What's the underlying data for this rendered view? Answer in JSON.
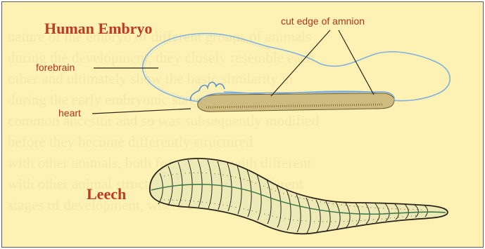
{
  "figure": {
    "human_embryo_title": "Human Embryo",
    "leech_title": "Leech",
    "labels": {
      "forebrain": "forebrain",
      "heart": "heart",
      "cut_edge_of_amnion": "cut edge of amnion"
    }
  },
  "colors": {
    "background": "#fdf2b4",
    "title": "#c03a22",
    "label": "#b1351f",
    "embryo_outline": "#7fb0de",
    "leech_fill": "#eeeab6",
    "ink": "#2c2418"
  }
}
